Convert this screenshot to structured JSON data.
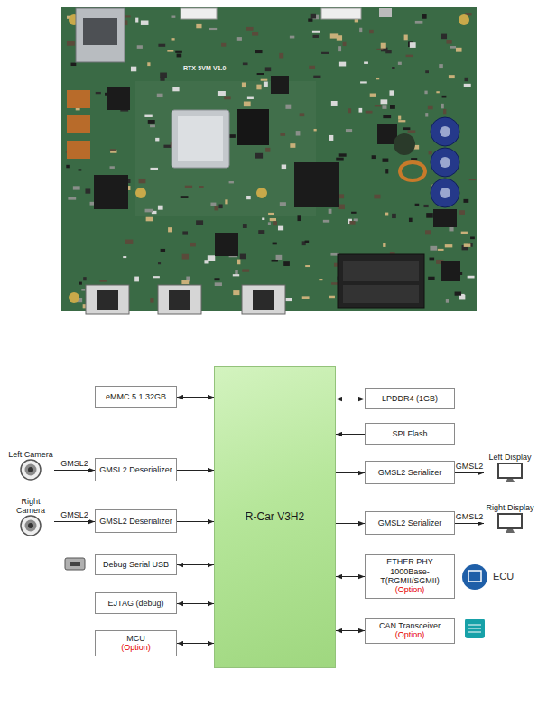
{
  "diagram": {
    "nodes": [
      {
        "text": [
          "eMMC 5.1 32GB"
        ]
      },
      {
        "text": [
          "R-Car V3H2"
        ]
      },
      {
        "text": [
          "LPDDR4 (1GB)"
        ]
      },
      {
        "text": [
          "SPI Flash"
        ]
      },
      {
        "text": [
          "Left Camera"
        ]
      },
      {
        "text": [
          "GMSL2 Deserializer"
        ]
      },
      {
        "text": [
          "GMSL2 Serializer"
        ]
      },
      {
        "text": [
          "Left Display"
        ]
      },
      {
        "text": [
          "Right Camera"
        ]
      },
      {
        "text": [
          "GMSL2 Deserializer"
        ]
      },
      {
        "text": [
          "GMSL2 Serializer"
        ]
      },
      {
        "text": [
          "Right Display"
        ]
      },
      {
        "text": [
          "Debug Serial USB"
        ]
      },
      {
        "text": [
          "ETHER PHY 1000Base-T(RGMII/SGMII)",
          "(Option)"
        ]
      },
      {
        "text": [
          "EJTAG (debug)"
        ]
      },
      {
        "text": [
          "CAN Transceiver",
          "(Option)"
        ]
      },
      {
        "text": [
          "MCU",
          "(Option)"
        ]
      }
    ],
    "edges": [
      {
        "from": 0,
        "to": 1,
        "arrow": "both"
      },
      {
        "from": 1,
        "to": 2,
        "arrow": "both"
      },
      {
        "from": 3,
        "to": 1,
        "arrow": "to"
      },
      {
        "from": 4,
        "to": 5,
        "label": "GMSL2",
        "arrow": "to"
      },
      {
        "from": 5,
        "to": 1,
        "arrow": "to"
      },
      {
        "from": 1,
        "to": 6,
        "arrow": "to"
      },
      {
        "from": 6,
        "to": 7,
        "label": "GMSL2",
        "arrow": "to"
      },
      {
        "from": 8,
        "to": 9,
        "label": "GMSL2",
        "arrow": "to"
      },
      {
        "from": 9,
        "to": 1,
        "arrow": "to"
      },
      {
        "from": 1,
        "to": 10,
        "arrow": "to"
      },
      {
        "from": 10,
        "to": 11,
        "label": "GMSL2",
        "arrow": "to"
      },
      {
        "from": 12,
        "to": 1,
        "arrow": "both"
      },
      {
        "from": 1,
        "to": 13,
        "arrow": "both"
      },
      {
        "from": 14,
        "to": 1,
        "arrow": "both"
      },
      {
        "from": 1,
        "to": 15,
        "arrow": "both"
      },
      {
        "from": 16,
        "to": 1,
        "arrow": "both"
      }
    ],
    "labels": [
      "RTX-5VM-V1.0",
      "ECU"
    ]
  }
}
